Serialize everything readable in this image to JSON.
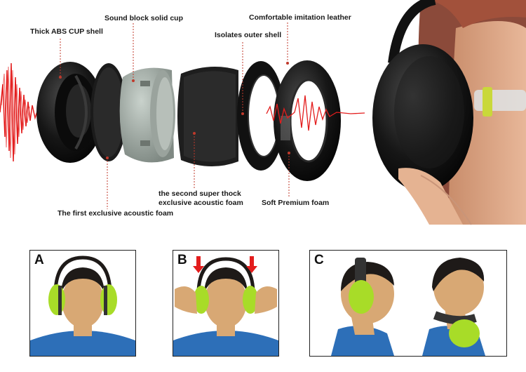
{
  "explode_labels": {
    "abs_shell": "Thick ABS CUP shell",
    "sound_block": "Sound block solid cup",
    "imitation_leather": "Comfortable imitation leather",
    "outer_shell": "Isolates outer shell",
    "second_foam_line1": "the second super thock",
    "second_foam_line2": "exclusive acoustic foam",
    "soft_foam": "Soft Premium foam",
    "first_foam": "The first exclusive acoustic foam"
  },
  "panels": {
    "a": "A",
    "b": "B",
    "c": "C"
  },
  "colors": {
    "sound_wave": "#e31d1d",
    "leader_line": "#c0392b",
    "earmuff_green": "#a8dc28",
    "shirt_blue": "#2d6fb8",
    "skin": "#d8a874",
    "hair": "#1e1a18"
  }
}
